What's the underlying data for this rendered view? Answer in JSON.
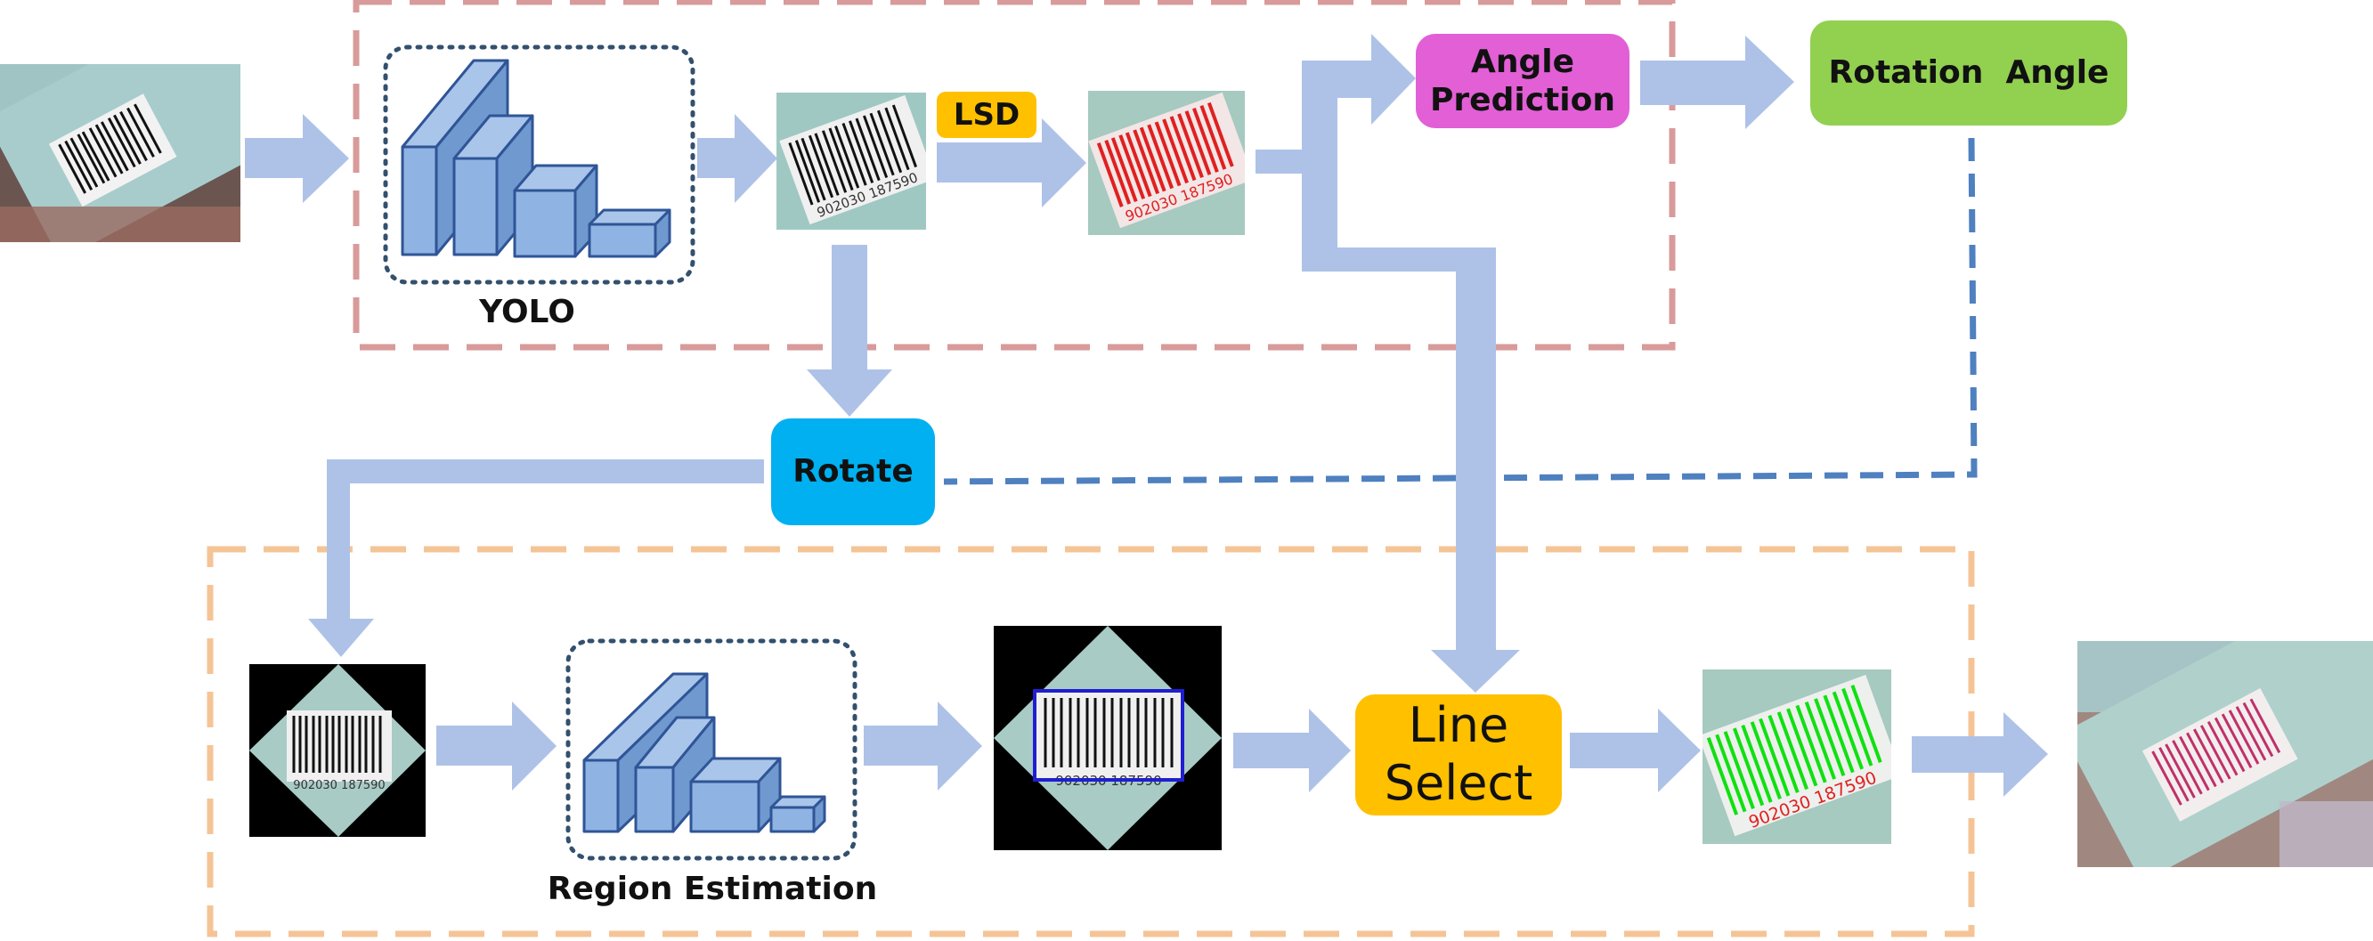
{
  "labels": {
    "yolo": "YOLO",
    "lsd": "LSD",
    "angle_prediction": "Angle Prediction",
    "rotation_angle": "Rotation  Angle",
    "rotate": "Rotate",
    "region_estimation": "Region Estimation",
    "line_select": "Line Select",
    "barcode_digits": "902030 187590"
  },
  "colors": {
    "arrow": "#aec2e8",
    "detect_frame": "#d89a9a",
    "locate_frame": "#f5c496",
    "dotted_frame": "#33506e",
    "angle_link": "#4f80bf",
    "lsd_box": "#ffc000",
    "angle_prediction_box": "#e25fd6",
    "rotation_angle_box": "#92d050",
    "rotate_box": "#00b0f0",
    "line_select_box": "#ffc000",
    "cube_fill": "#8fb4e3",
    "cube_stroke": "#2f5597",
    "red_lines": "#e02020",
    "green_lines": "#10e010",
    "blue_region": "#1f1fd0"
  }
}
